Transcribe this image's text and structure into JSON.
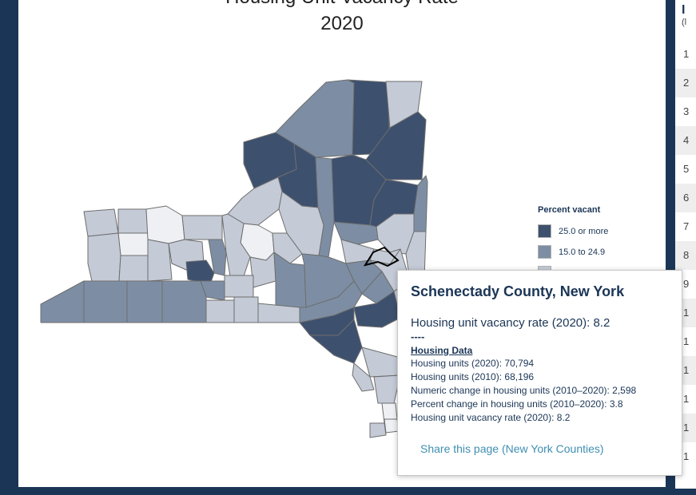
{
  "map": {
    "title_partial": "Housing Unit Vacancy Rate",
    "title_year": "2020",
    "colors": {
      "high": "#3d506e",
      "mid": "#7d8ea4",
      "low": "#c4cad6",
      "lowest": "#eef0f4",
      "border": "#6e6e6e",
      "selected_outline": "#000000"
    }
  },
  "legend": {
    "title": "Percent vacant",
    "items": [
      {
        "label": "25.0 or more",
        "color": "#3d506e"
      },
      {
        "label": "15.0 to 24.9",
        "color": "#7d8ea4"
      },
      {
        "label": "",
        "color": "#c4cad6"
      }
    ]
  },
  "tooltip": {
    "title": "Schenectady County, New York",
    "rate_line": "Housing unit vacancy rate (2020): 8.2",
    "separator": "----",
    "section_title": "Housing Data",
    "lines": [
      "Housing units (2020): 70,794",
      "Housing units (2010): 68,196",
      "Numeric change in housing units (2010–2020): 2,598",
      "Percent change in housing units (2010–2020): 3.8",
      "Housing unit vacancy rate (2020): 8.2"
    ],
    "share_link": "Share this page (New York Counties)"
  },
  "side_table": {
    "title_glyph": "I",
    "subtitle_glyph": "(l",
    "rows": [
      "1",
      "2",
      "3",
      "4",
      "5",
      "6",
      "7",
      "8",
      "9",
      "1",
      "1",
      "1",
      "1",
      "1",
      "1"
    ]
  }
}
